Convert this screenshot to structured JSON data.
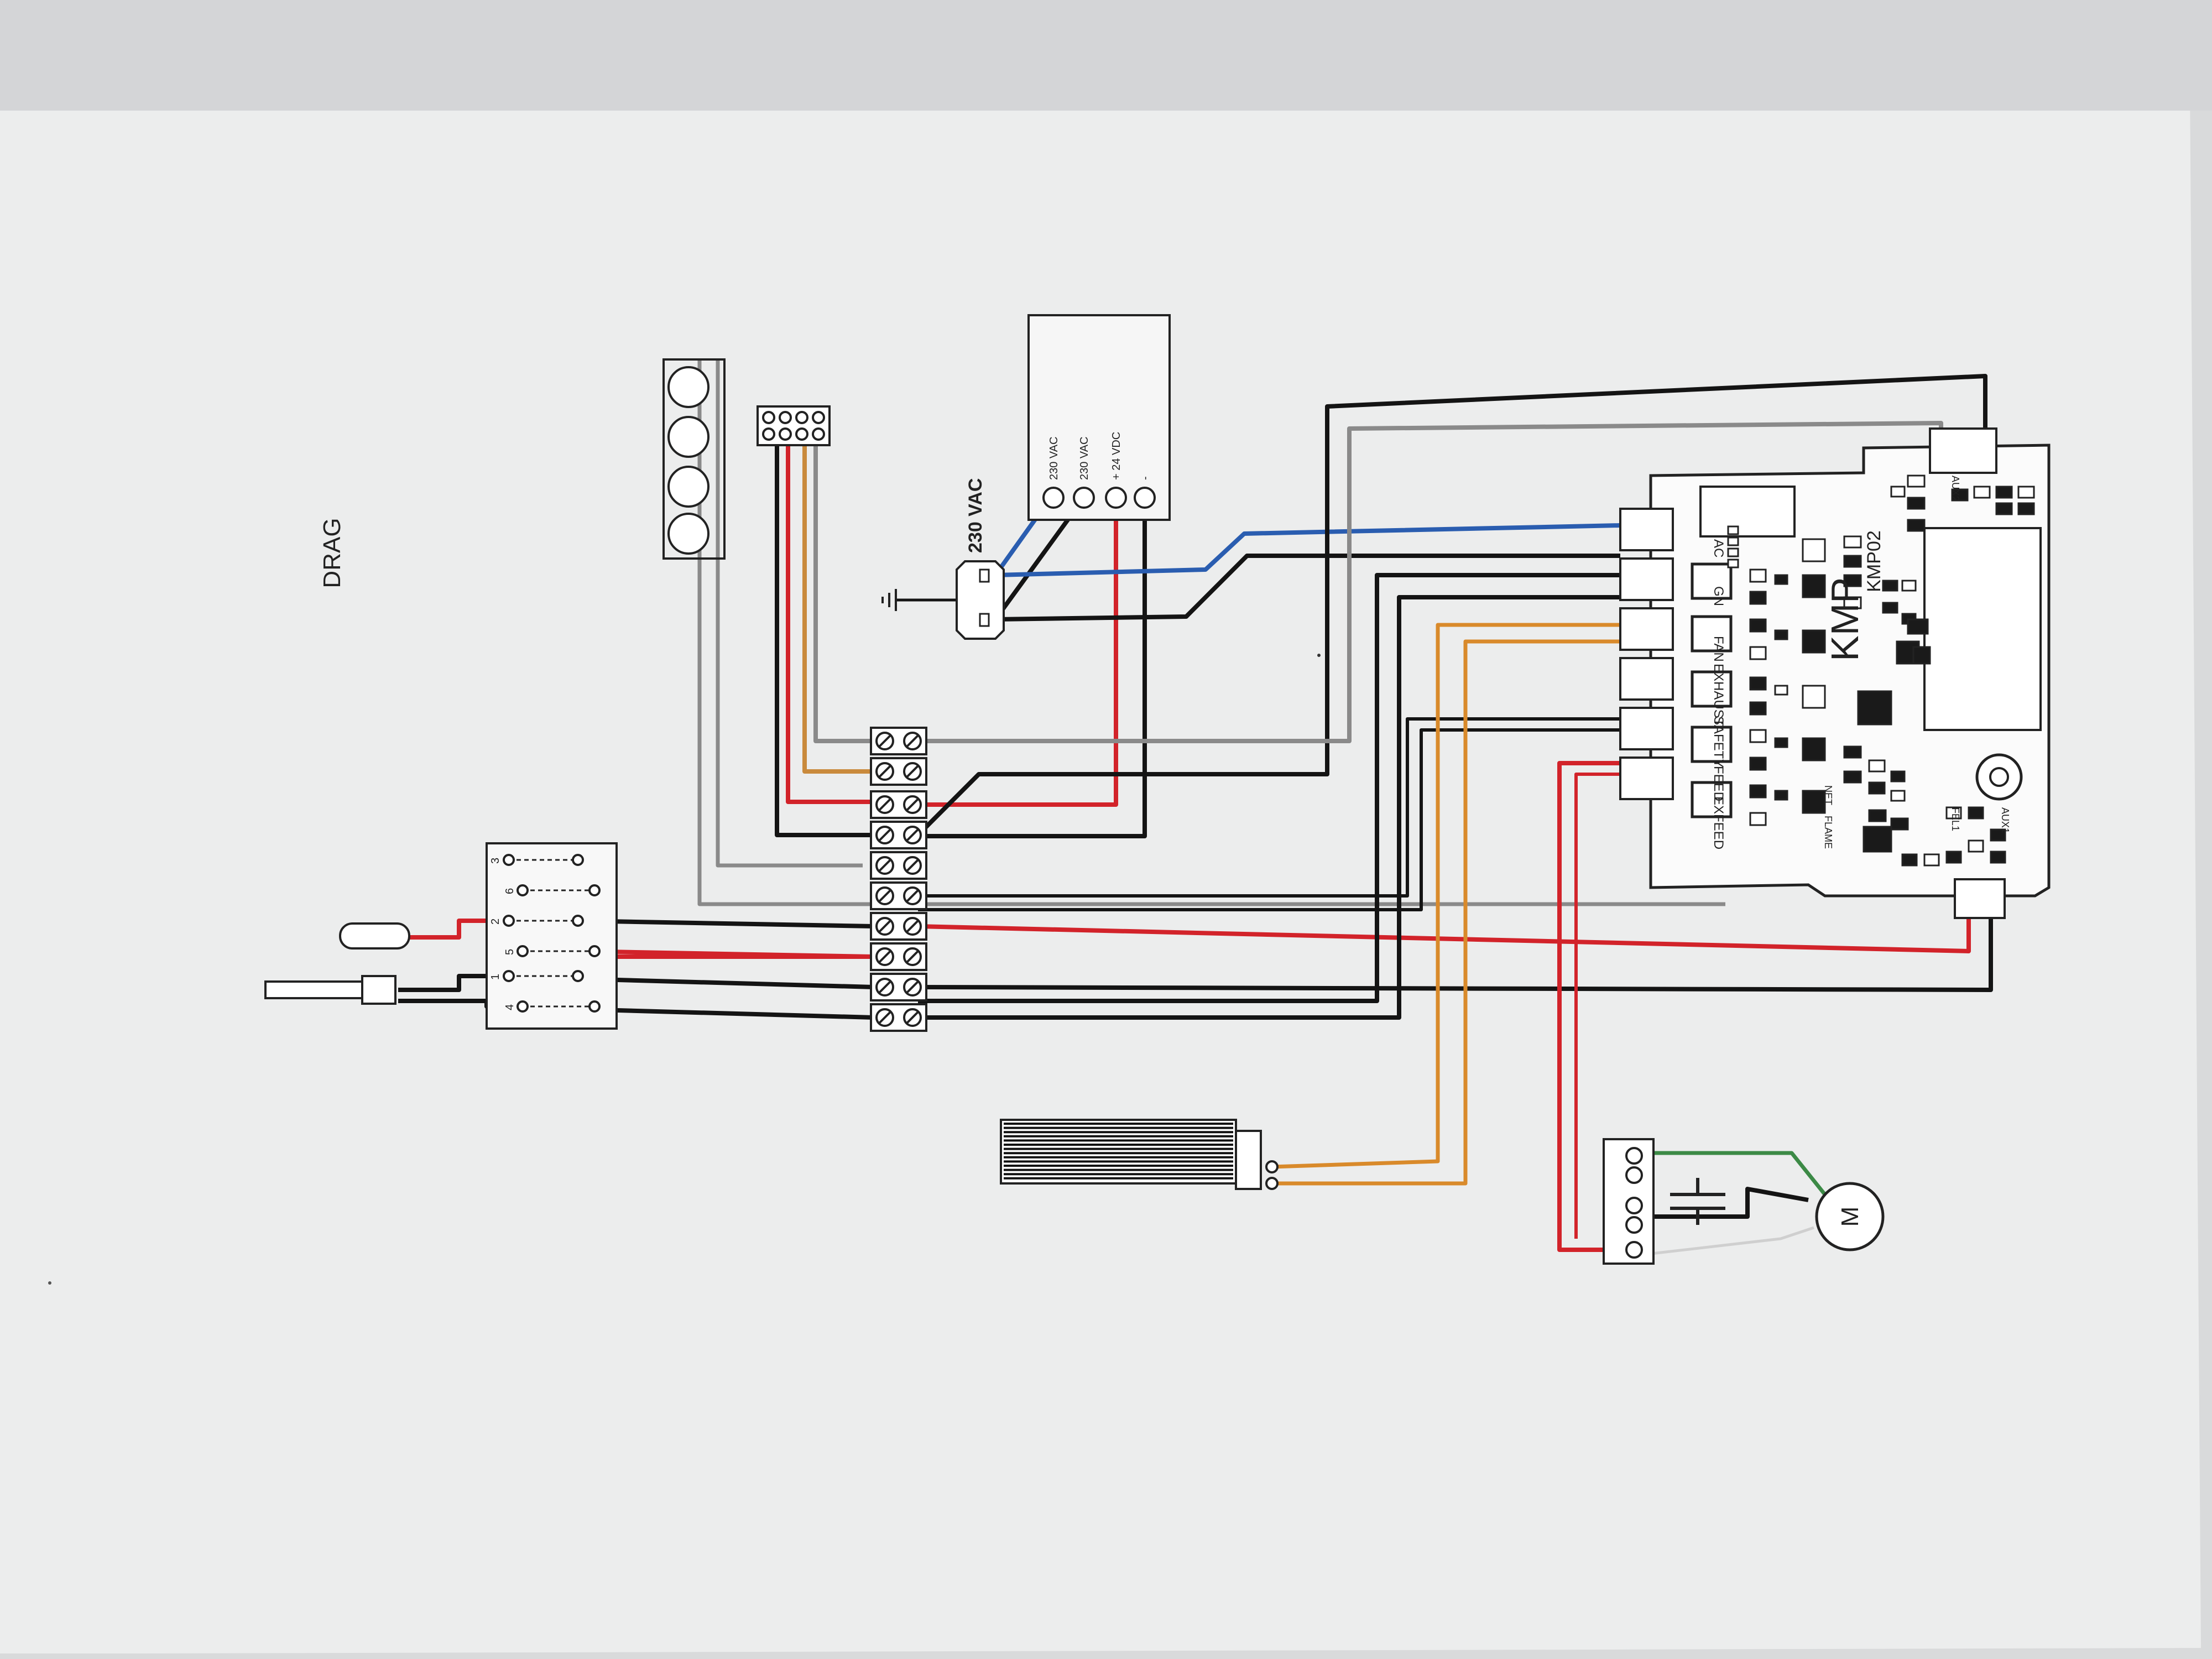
{
  "title": "DRAG",
  "mains": {
    "label": "230 VAC"
  },
  "power_supply": {
    "terminals": [
      "230 VAC",
      "230 VAC",
      "+ 24 VDC",
      "-"
    ]
  },
  "board": {
    "brand": "KMP",
    "model": "KMP02",
    "relay_labels": [
      "AC",
      "GN",
      "FAN",
      "EXHAUST",
      "SAFETY",
      "FEED",
      "EXFEED"
    ],
    "aux_labels": [
      "AUX2",
      "AUX1",
      "FEL1"
    ],
    "bottom_labels": [
      "NET",
      "FLAME"
    ]
  },
  "switch_block": {
    "numbers": [
      "3",
      "6",
      "2",
      "5",
      "1",
      "4"
    ]
  },
  "motor": {
    "label": "M"
  },
  "colors": {
    "black": "#141414",
    "red": "#d2232a",
    "blue": "#2a5db0",
    "orange": "#d98a2b",
    "gray": "#8c8c8c",
    "green": "#3c8a46",
    "paper": "#f1f2f3"
  }
}
